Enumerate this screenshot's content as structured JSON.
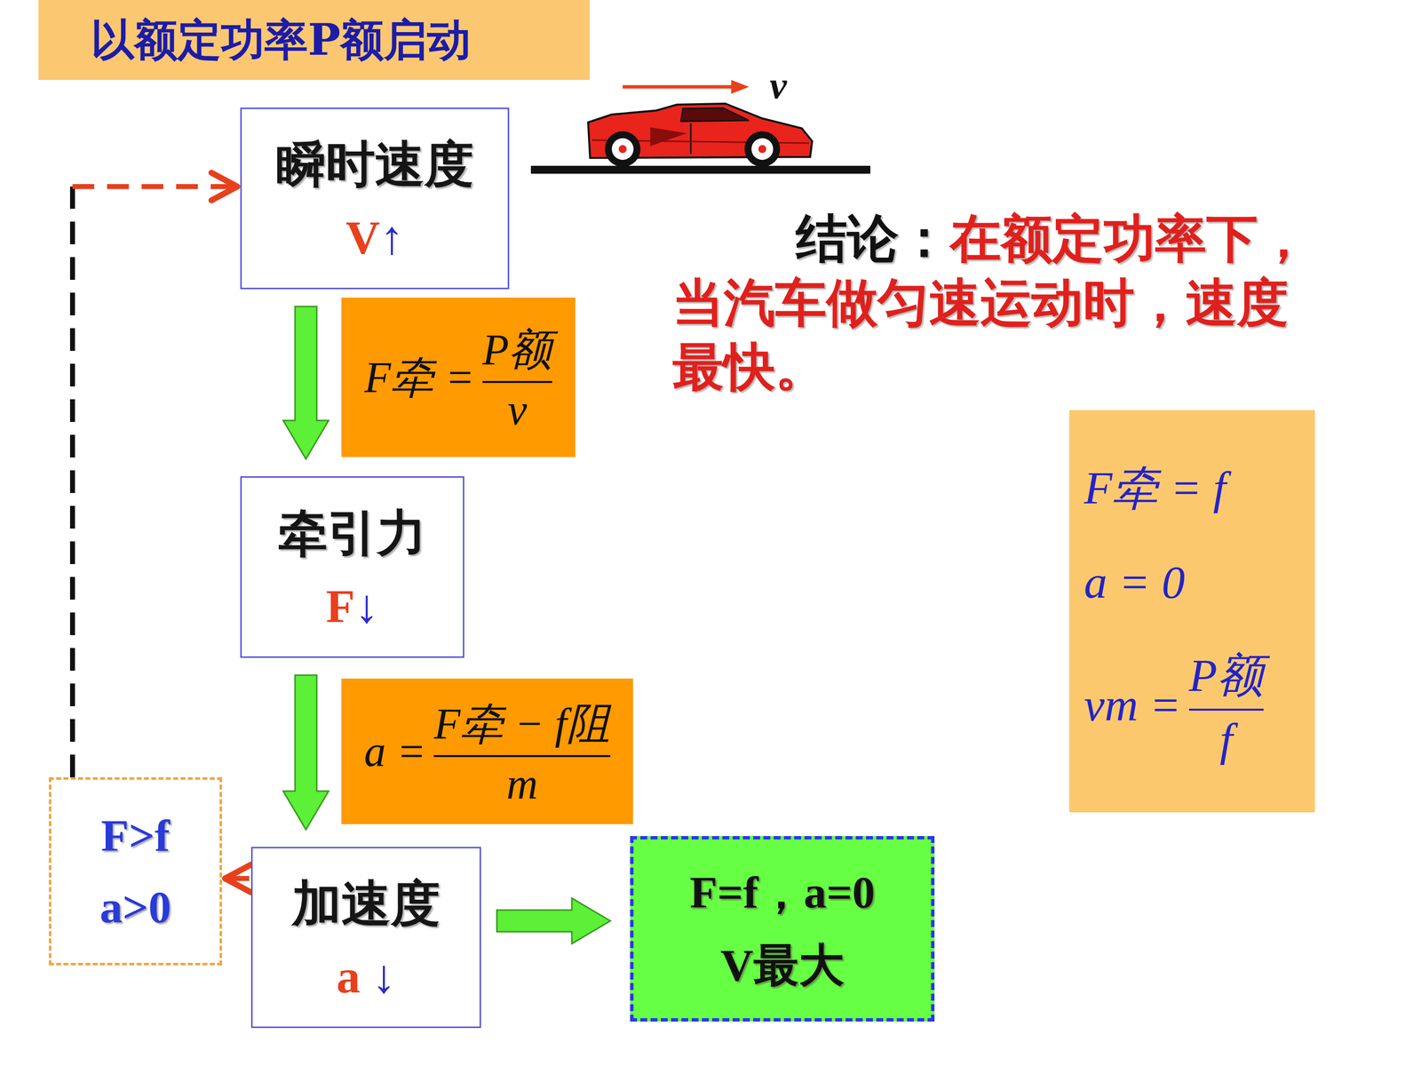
{
  "diagram": {
    "title": "以额定功率P额启动",
    "nodes": [
      {
        "text": [
          "瞬时速度",
          "V↑"
        ]
      },
      {
        "text": [
          "F牵 =",
          "P额",
          "v"
        ]
      },
      {
        "text": [
          "牵引力",
          "F↓"
        ]
      },
      {
        "text": [
          "a =",
          "F牵 − f阻",
          "m"
        ]
      },
      {
        "text": [
          "加速度",
          "a ↓"
        ]
      },
      {
        "text": [
          "F>f",
          "a>0"
        ]
      },
      {
        "text": [
          "F=f，a=0",
          "V最大"
        ]
      },
      {
        "text": [
          "F牵 = f",
          "a = 0",
          "vm =",
          "P额",
          "f"
        ]
      }
    ],
    "edges": [
      {
        "from": 0,
        "to": 2,
        "arrow": "to"
      },
      {
        "from": 2,
        "to": 4,
        "arrow": "to"
      },
      {
        "from": 4,
        "to": 6,
        "arrow": "to"
      },
      {
        "from": 4,
        "to": 5,
        "arrow": "to"
      },
      {
        "from": 5,
        "to": 0,
        "arrow": "to"
      }
    ],
    "labels": [
      "v",
      "结论：",
      "在额定功率下，当汽车做匀速运动时，速度最快。"
    ]
  }
}
